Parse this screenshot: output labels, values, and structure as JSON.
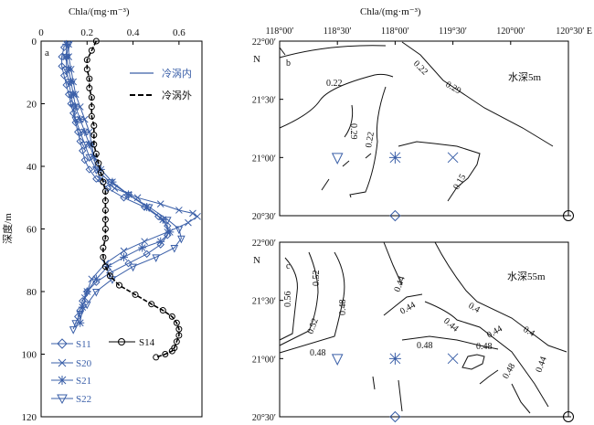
{
  "chart_data": [
    {
      "type": "line",
      "panel_label": "a",
      "title": "Chla/(mg·m⁻³)",
      "ylabel": "深度/m",
      "xlim": [
        0,
        0.7
      ],
      "ylim": [
        0,
        120
      ],
      "x_ticks": [
        "0",
        "0.2",
        "0.4",
        "0.6"
      ],
      "y_ticks": [
        "0",
        "20",
        "40",
        "60",
        "80",
        "100",
        "120"
      ],
      "legend_top": [
        {
          "label": "冷涡内",
          "style": "solid",
          "color": "#3a5fa8"
        },
        {
          "label": "冷涡外",
          "style": "dashed",
          "color": "#000000"
        }
      ],
      "legend_bottom": [
        {
          "label": "S11",
          "marker": "diamond"
        },
        {
          "label": "S20",
          "marker": "x"
        },
        {
          "label": "S21",
          "marker": "star"
        },
        {
          "label": "S22",
          "marker": "triangle"
        },
        {
          "label": "S14",
          "marker": "circle"
        }
      ],
      "series": [
        {
          "name": "S11",
          "color": "#3a5fa8",
          "marker": "diamond",
          "x": [
            0.1,
            0.09,
            0.09,
            0.1,
            0.11,
            0.12,
            0.13,
            0.14,
            0.15,
            0.16,
            0.17,
            0.18,
            0.19,
            0.21,
            0.24,
            0.29,
            0.36,
            0.45,
            0.51,
            0.55,
            0.55,
            0.52,
            0.46,
            0.38,
            0.3,
            0.24,
            0.2,
            0.18,
            0.17,
            0.16
          ],
          "y": [
            2,
            5,
            8,
            11,
            14,
            17,
            20,
            23,
            26,
            29,
            32,
            35,
            38,
            41,
            44,
            47,
            50,
            53,
            56,
            59,
            62,
            65,
            68,
            71,
            74,
            77,
            80,
            83,
            86,
            88
          ]
        },
        {
          "name": "S20",
          "color": "#3a5fa8",
          "marker": "x",
          "x": [
            0.12,
            0.12,
            0.13,
            0.14,
            0.15,
            0.17,
            0.19,
            0.21,
            0.22,
            0.23,
            0.24,
            0.26,
            0.32,
            0.42,
            0.52,
            0.6,
            0.66,
            0.68,
            0.64,
            0.55,
            0.45,
            0.36,
            0.28,
            0.22,
            0.19
          ],
          "y": [
            1,
            5,
            9,
            13,
            17,
            21,
            25,
            29,
            33,
            37,
            41,
            44,
            47,
            50,
            52,
            54,
            55,
            56,
            58,
            61,
            64,
            67,
            71,
            76,
            82
          ]
        },
        {
          "name": "S21",
          "color": "#3a5fa8",
          "marker": "star",
          "x": [
            0.11,
            0.11,
            0.12,
            0.13,
            0.14,
            0.15,
            0.17,
            0.19,
            0.21,
            0.23,
            0.26,
            0.31,
            0.38,
            0.46,
            0.53,
            0.56,
            0.52,
            0.44,
            0.36,
            0.29,
            0.24,
            0.2,
            0.18,
            0.17
          ],
          "y": [
            1,
            5,
            9,
            13,
            17,
            21,
            25,
            29,
            33,
            37,
            41,
            45,
            49,
            53,
            57,
            61,
            64,
            66,
            69,
            72,
            76,
            80,
            85,
            90
          ]
        },
        {
          "name": "S22",
          "color": "#3a5fa8",
          "marker": "triangle",
          "x": [
            0.12,
            0.11,
            0.11,
            0.12,
            0.13,
            0.14,
            0.15,
            0.17,
            0.19,
            0.21,
            0.24,
            0.3,
            0.38,
            0.47,
            0.55,
            0.6,
            0.61,
            0.58,
            0.5,
            0.4,
            0.31,
            0.24,
            0.2,
            0.17,
            0.15,
            0.14
          ],
          "y": [
            1,
            5,
            9,
            13,
            17,
            21,
            25,
            29,
            33,
            37,
            41,
            45,
            49,
            53,
            57,
            60,
            63,
            66,
            69,
            72,
            76,
            80,
            84,
            87,
            90,
            92
          ]
        },
        {
          "name": "S14",
          "color": "#000000",
          "marker": "circle",
          "x": [
            0.24,
            0.22,
            0.2,
            0.2,
            0.21,
            0.21,
            0.22,
            0.22,
            0.22,
            0.23,
            0.23,
            0.23,
            0.24,
            0.25,
            0.26,
            0.27,
            0.28,
            0.28,
            0.28,
            0.28,
            0.28,
            0.28,
            0.27,
            0.27,
            0.28,
            0.3,
            0.34,
            0.41,
            0.48,
            0.53,
            0.57,
            0.59,
            0.6,
            0.6,
            0.59,
            0.58,
            0.57,
            0.54,
            0.5
          ],
          "y": [
            0,
            3,
            6,
            9,
            12,
            15,
            18,
            21,
            24,
            27,
            30,
            33,
            36,
            39,
            42,
            45,
            48,
            51,
            54,
            57,
            60,
            63,
            66,
            69,
            72,
            75,
            78,
            81,
            84,
            86,
            88,
            90,
            92,
            94,
            96,
            98,
            99,
            100,
            101
          ]
        }
      ]
    },
    {
      "type": "contour",
      "panel_label": "b",
      "title": "Chla/(mg·m⁻³)",
      "annotation": "水深5m",
      "x_ticks": [
        "118°00′",
        "118°30′",
        "118°00′",
        "119°30′",
        "120°00′",
        "120°30′ E"
      ],
      "y_ticks": [
        "22°00′",
        "21°30′",
        "21°00′",
        "20°30′"
      ],
      "y_unit": "N",
      "contour_labels": [
        "0.22",
        "0.22",
        "0.29",
        "0.29",
        "0.22",
        "0.15"
      ],
      "stations": [
        {
          "marker": "triangle",
          "lon": 118.5,
          "lat": 21.0
        },
        {
          "marker": "star",
          "lon": 119.0,
          "lat": 21.0
        },
        {
          "marker": "x",
          "lon": 119.5,
          "lat": 21.0
        },
        {
          "marker": "diamond",
          "lon": 119.0,
          "lat": 20.5
        },
        {
          "marker": "circle",
          "lon": 120.5,
          "lat": 20.5
        }
      ]
    },
    {
      "type": "contour",
      "panel_label": "c",
      "annotation": "水深55m",
      "x_ticks": [],
      "y_ticks": [
        "22°00′",
        "21°30′",
        "21°00′",
        "20°30′"
      ],
      "y_unit": "N",
      "contour_labels": [
        "0.56",
        "0.52",
        "0.48",
        "0.52",
        "0.48",
        "0.44",
        "0.44",
        "0.44",
        "0.4",
        "0.44",
        "0.4",
        "0.48",
        "0.48",
        "0.48",
        "0.44"
      ],
      "stations": [
        {
          "marker": "triangle",
          "lon": 118.5,
          "lat": 21.0
        },
        {
          "marker": "star",
          "lon": 119.0,
          "lat": 21.0
        },
        {
          "marker": "x",
          "lon": 119.5,
          "lat": 21.0
        },
        {
          "marker": "diamond",
          "lon": 119.0,
          "lat": 20.5
        },
        {
          "marker": "circle",
          "lon": 120.5,
          "lat": 20.5
        }
      ]
    }
  ]
}
